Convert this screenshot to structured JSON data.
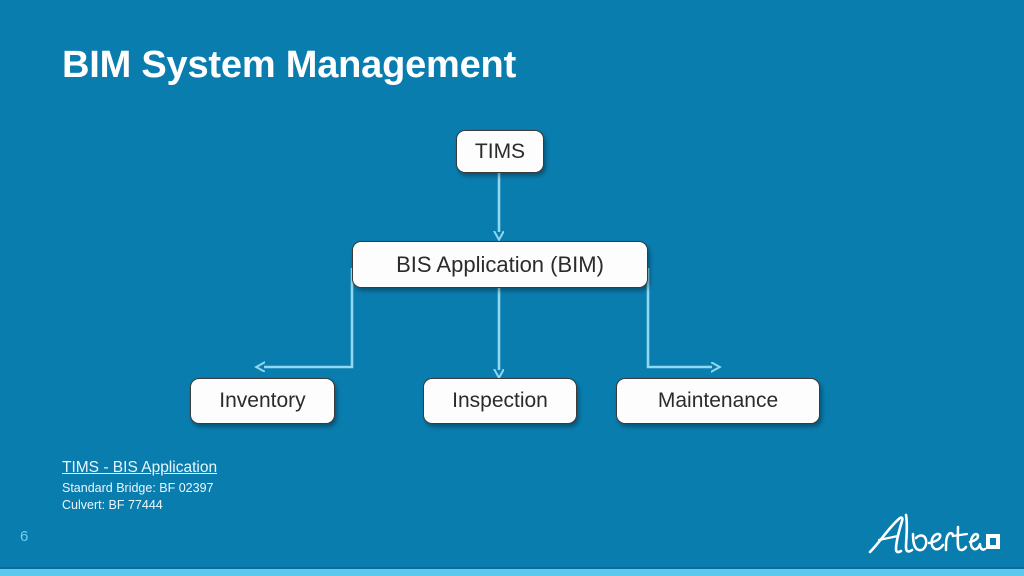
{
  "slide": {
    "title": "BIM System Management",
    "page_number": "6",
    "background_color": "#0a7daf",
    "accent_bar_color": "#5bc8ed",
    "connector_color": "#8fd8f0",
    "node_fill_color": "#fdfdfd",
    "node_text_color": "#2b2b2b"
  },
  "diagram": {
    "type": "flowchart",
    "nodes": [
      {
        "id": "tims",
        "label": "TIMS",
        "level": 1
      },
      {
        "id": "bis",
        "label": "BIS Application (BIM)",
        "level": 2
      },
      {
        "id": "inventory",
        "label": "Inventory",
        "level": 3
      },
      {
        "id": "inspection",
        "label": "Inspection",
        "level": 3
      },
      {
        "id": "maintenance",
        "label": "Maintenance",
        "level": 3
      }
    ],
    "edges": [
      {
        "from": "tims",
        "to": "bis",
        "style": "straight-down",
        "arrow": "down"
      },
      {
        "from": "bis",
        "to": "inventory",
        "style": "elbow-left",
        "arrow": "left"
      },
      {
        "from": "bis",
        "to": "inspection",
        "style": "straight-down",
        "arrow": "down"
      },
      {
        "from": "bis",
        "to": "maintenance",
        "style": "elbow-right",
        "arrow": "right"
      }
    ]
  },
  "footer": {
    "heading": "TIMS - BIS Application",
    "lines": [
      "Standard Bridge: BF 02397",
      "Culvert: BF 77444"
    ]
  },
  "logo": {
    "wordmark": "Alberta",
    "name": "alberta-wordmark"
  }
}
